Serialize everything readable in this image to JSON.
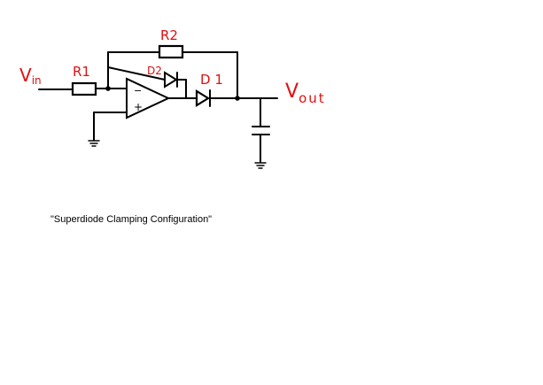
{
  "labels": {
    "vin_main": "V",
    "vin_sub": "in",
    "vout_main": "V",
    "vout_sub": "out",
    "r1": "R1",
    "r2": "R2",
    "d1": "D 1",
    "d2": "D2",
    "opamp_minus": "−",
    "opamp_plus": "+"
  },
  "caption": "\"Superdiode Clamping Configuration\"",
  "colors": {
    "label": "#e01010",
    "wire": "#000000",
    "background": "#ffffff"
  }
}
